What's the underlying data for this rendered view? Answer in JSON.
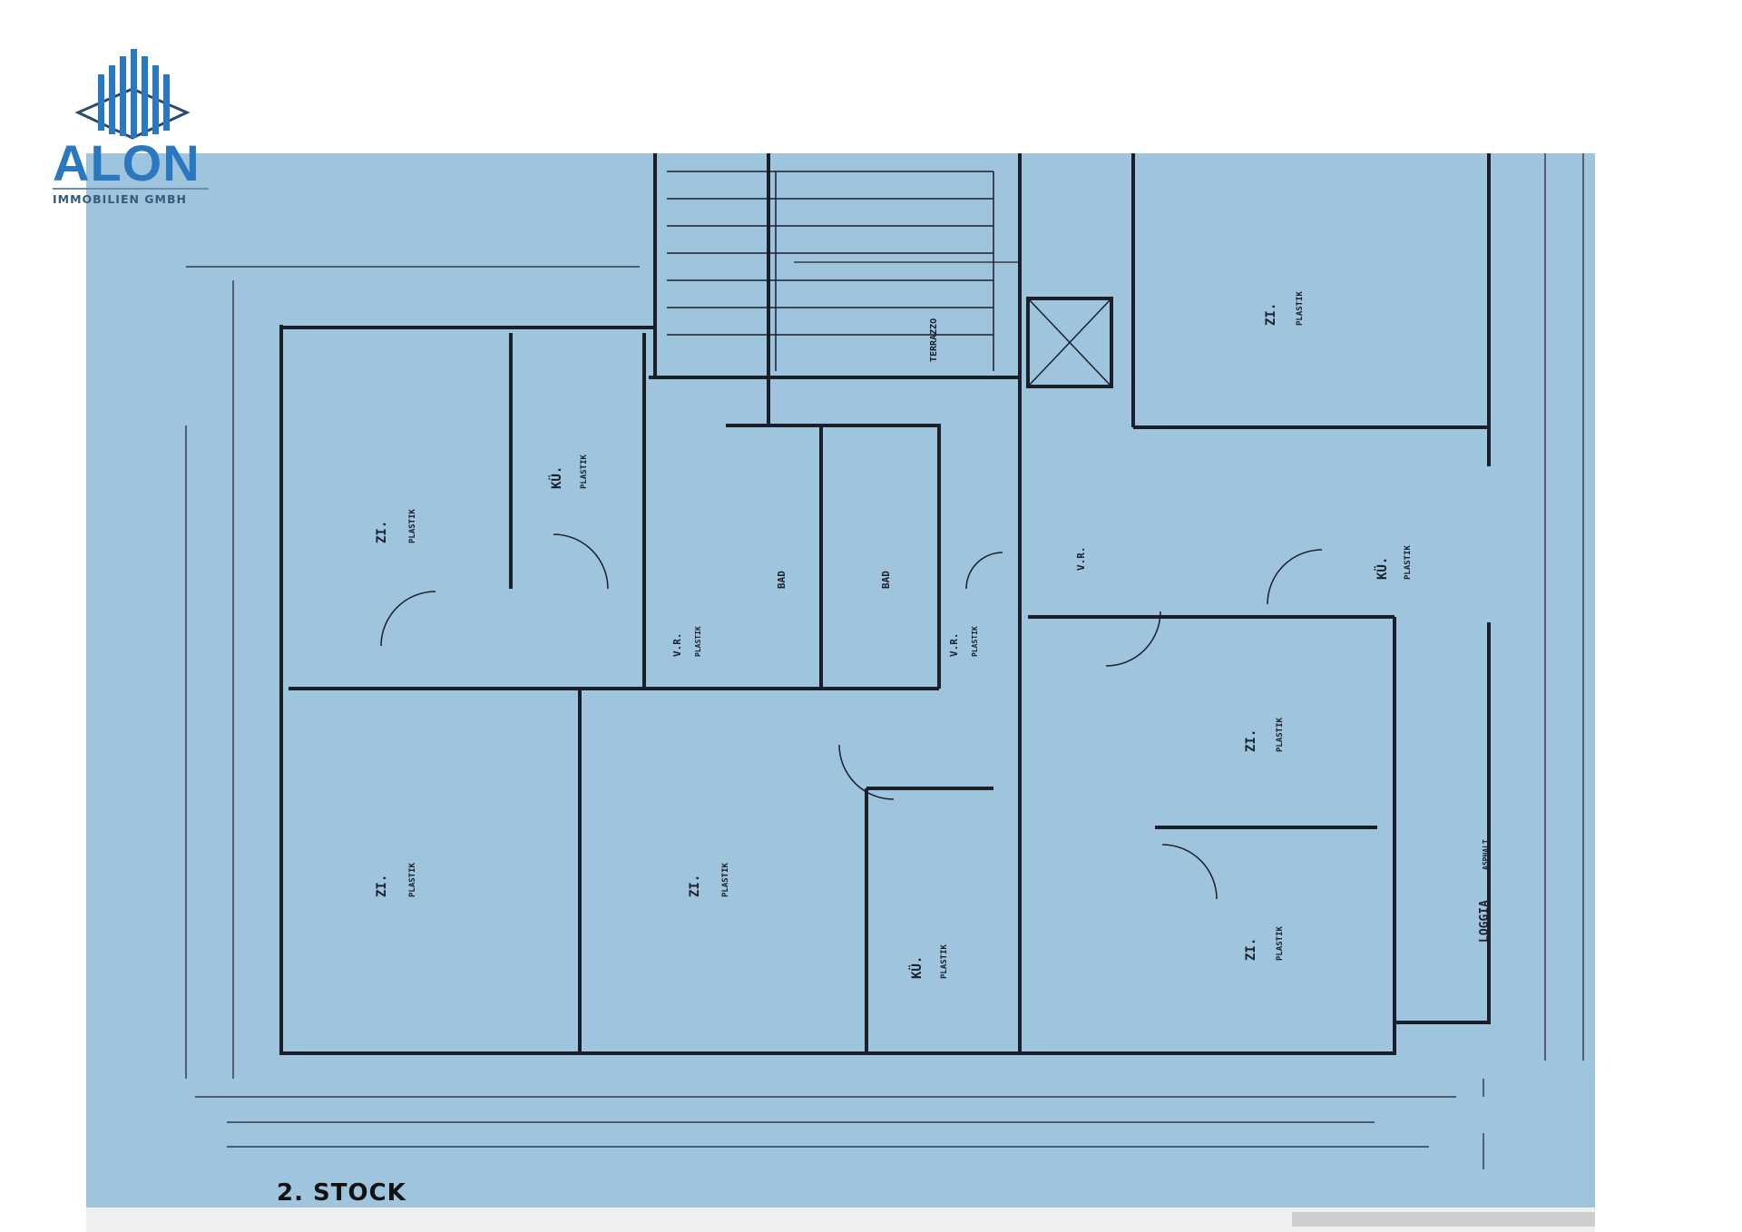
{
  "logo": {
    "name": "ALON",
    "subtitle": "IMMOBILIEN GMBH",
    "color": "#2a78bf"
  },
  "plan": {
    "floor_label": "2. STOCK",
    "background": "#9fc4de",
    "rooms": [
      {
        "name": "ZI.",
        "finish": "PLASTIK"
      },
      {
        "name": "KÜ.",
        "finish": "PLASTIK"
      },
      {
        "name": "ZI.",
        "finish": "PLASTIK"
      },
      {
        "name": "ZI.",
        "finish": "PLASTIK"
      },
      {
        "name": "KÜ.",
        "finish": "PLASTIK"
      },
      {
        "name": "BAD",
        "finish": ""
      },
      {
        "name": "BAD",
        "finish": ""
      },
      {
        "name": "V.R.",
        "finish": "PLASTIK"
      },
      {
        "name": "V.R.",
        "finish": "PLASTIK"
      },
      {
        "name": "TERRAZZO",
        "finish": ""
      },
      {
        "name": "ZI.",
        "finish": "PLASTIK"
      },
      {
        "name": "ZI.",
        "finish": "PLASTIK"
      },
      {
        "name": "ZI.",
        "finish": "PLASTIK"
      },
      {
        "name": "KÜ.",
        "finish": "PLASTIK"
      },
      {
        "name": "V.R.",
        "finish": ""
      },
      {
        "name": "LOGGIA",
        "finish": "ASPHALT"
      }
    ]
  }
}
